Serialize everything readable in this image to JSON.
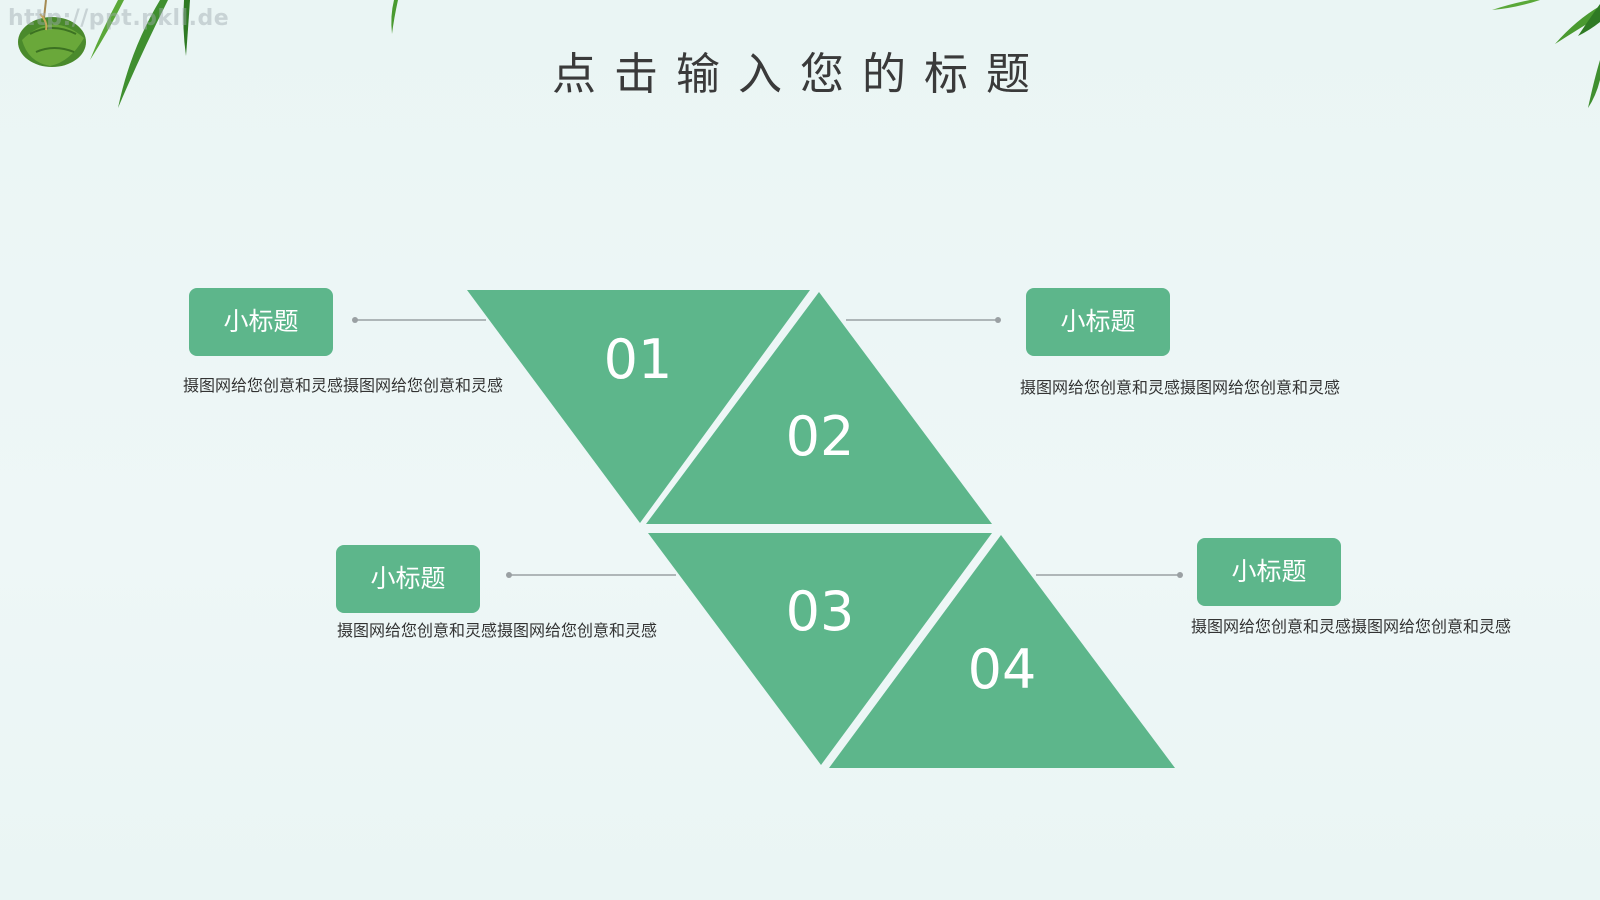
{
  "watermark": "http://ppt.pkll.de",
  "title": "点击输入您的标题",
  "theme": {
    "accent": "#5db68b",
    "background": "#eaf5f4",
    "text": "#333333"
  },
  "steps": [
    {
      "number": "01",
      "label": "小标题",
      "description": "摄图网给您创意和灵感摄图网给您创意和灵感"
    },
    {
      "number": "02",
      "label": "小标题",
      "description": "摄图网给您创意和灵感摄图网给您创意和灵感"
    },
    {
      "number": "03",
      "label": "小标题",
      "description": "摄图网给您创意和灵感摄图网给您创意和灵感"
    },
    {
      "number": "04",
      "label": "小标题",
      "description": "摄图网给您创意和灵感摄图网给您创意和灵感"
    }
  ]
}
